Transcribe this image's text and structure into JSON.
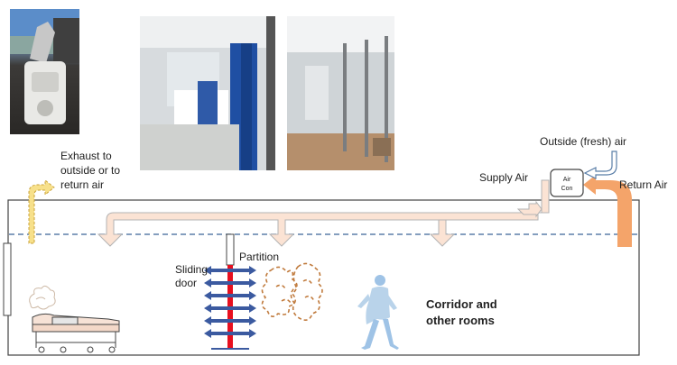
{
  "labels": {
    "exhaust_line1": "Exhaust to",
    "exhaust_line2": "outside or to",
    "exhaust_line3": "return air",
    "outside_air": "Outside (fresh) air",
    "supply_air": "Supply Air",
    "return_air": "Return Air",
    "aircon_line1": "Air",
    "aircon_line2": "Con",
    "partition": "Partition",
    "sliding_door_line1": "Sliding",
    "sliding_door_line2": "door",
    "corridor_line1": "Corridor and",
    "corridor_line2": "other rooms"
  },
  "colors": {
    "duct_fill": "#fbe3d4",
    "duct_stroke": "#b3b3b3",
    "return_arrow": "#f4a46a",
    "exhaust_arrow": "#f7e08a",
    "partition": "#e8101f",
    "door_arrows": "#3b5aa0",
    "airflow_dash": "#c07a3c",
    "ceiling_dash": "#5b7fa8",
    "person": "#b9d3ea"
  }
}
